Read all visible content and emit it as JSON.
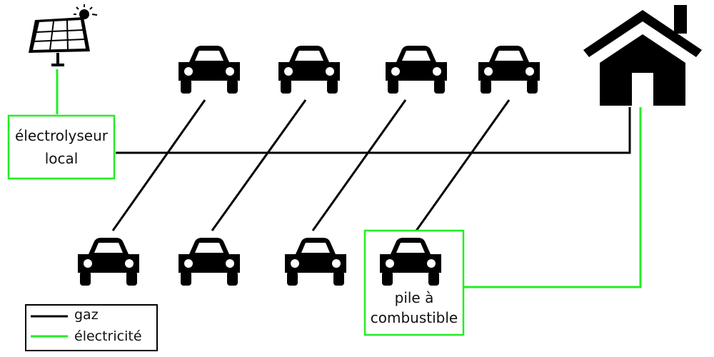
{
  "diagram": {
    "electrolyzer": {
      "line1": "électrolyseur",
      "line2": "local"
    },
    "fuel_cell": {
      "line1": "pile à",
      "line2": "combustible"
    }
  },
  "legend": {
    "gas_label": "gaz",
    "electricity_label": "électricité",
    "gas_color": "#000000",
    "electricity_color": "#22ee22"
  },
  "icons": {
    "producer": "solar-panel-icon",
    "consumer": "house-icon",
    "vehicle": "car-icon"
  }
}
